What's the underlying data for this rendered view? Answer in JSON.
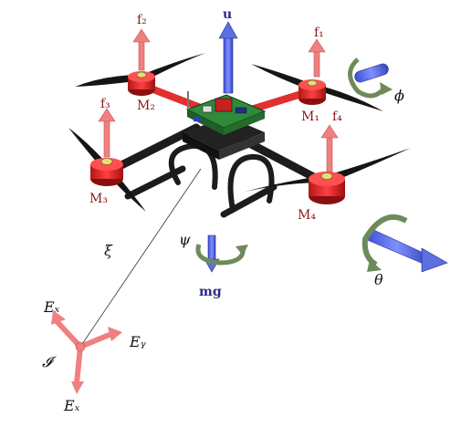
{
  "labels": {
    "f1": "f₁",
    "f2": "f₂",
    "f3": "f₃",
    "f4": "f₄",
    "u": "u",
    "m1": "M₁",
    "m2": "M₂",
    "m3": "M₃",
    "m4": "M₄",
    "phi": "ϕ",
    "psi": "ψ",
    "theta": "θ",
    "xi": "ξ",
    "mg": "mg",
    "ex": "Eₓ",
    "ey": "Eᵧ",
    "ez": "Eₓ",
    "inertial": "𝓘"
  },
  "colors": {
    "force_arrow": "#f08080",
    "thrust_arrow": "#5b6fe0",
    "motor_red": "#e23030",
    "rotation_arrow": "#6f8a5a",
    "frame_black": "#1c1c1c",
    "board_green": "#2f8a3a"
  }
}
